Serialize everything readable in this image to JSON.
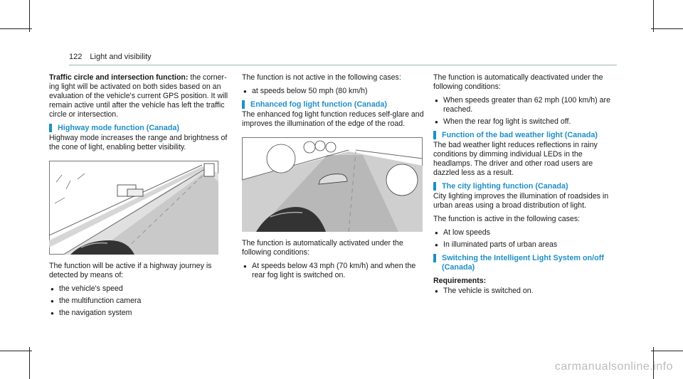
{
  "header": {
    "page_number": "122",
    "section": "Light and visibility"
  },
  "col1": {
    "intro_bold": "Traffic circle and intersection function:",
    "intro_text": " the corner­ing light will be activated on both sides based on an evaluation of the vehicle's current GPS posi­tion. It will remain active until after the vehicle has left the traffic circle or intersection.",
    "highway_heading": "Highway mode function (Canada)",
    "highway_text": "Highway mode increases the range and bright­ness of the cone of light, enabling better visibility.",
    "after_img_text": "The function will be active if a highway journey is detected by means of:",
    "list": [
      "the vehicle's speed",
      "the multifunction camera",
      "the navigation system"
    ]
  },
  "col2": {
    "intro": "The function is not active in the following cases:",
    "list1": [
      "at speeds below 50 mph (80 km/h)"
    ],
    "fog_heading": "Enhanced fog light function (Canada)",
    "fog_text": "The enhanced fog light function reduces self-glare and improves the illumination of the edge of the road.",
    "after_img_text": "The function is automatically activated under the following conditions:",
    "list2": [
      "At speeds below 43 mph (70 km/h) and when the rear fog light is switched on."
    ]
  },
  "col3": {
    "intro": "The function is automatically deactivated under the following conditions:",
    "list1": [
      "When speeds greater than 62 mph (100 km/h) are reached.",
      "When the rear fog light is switched off."
    ],
    "bad_weather_heading": "Function of the bad weather light (Canada)",
    "bad_weather_text": "The bad weather light reduces reflections in rainy conditions by dimming individual LEDs in the headlamps. The driver and other road users are dazzled less as a result.",
    "city_heading": "The city lighting function (Canada)",
    "city_text": "City lighting improves the illumination of roadsides in urban areas using a broad distribution of light.",
    "city_intro": "The function is active in the following cases:",
    "list2": [
      "At low speeds",
      "In illuminated parts of urban areas"
    ],
    "ils_heading": "Switching the Intelligent Light System on/off (Canada)",
    "req_label": "Requirements:",
    "list3": [
      "The vehicle is switched on."
    ]
  },
  "watermark": "carmanualsonline.info",
  "colors": {
    "accent": "#1f8fc6",
    "text": "#1a1a1a"
  }
}
